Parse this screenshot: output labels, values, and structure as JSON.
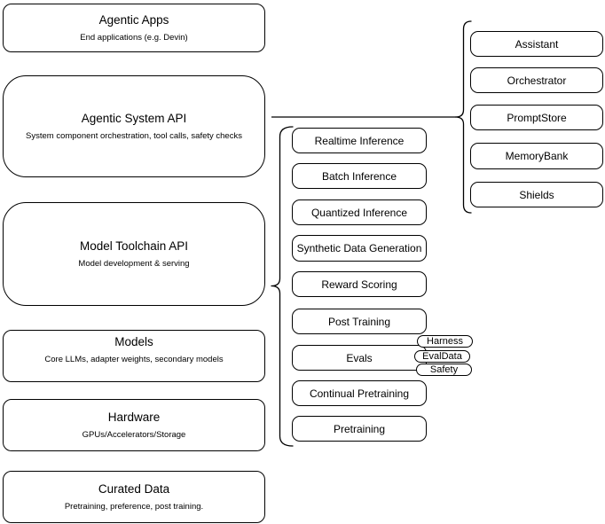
{
  "colors": {
    "stroke": "#000000",
    "fill": "#ffffff"
  },
  "left_stack": [
    {
      "title": "Agentic Apps",
      "subtitle": "End applications (e.g. Devin)"
    },
    {
      "title": "Agentic System API",
      "subtitle": "System component orchestration, tool calls, safety checks"
    },
    {
      "title": "Model Toolchain API",
      "subtitle": "Model development & serving"
    },
    {
      "title": "Models",
      "subtitle": "Core LLMs, adapter weights, secondary models"
    },
    {
      "title": "Hardware",
      "subtitle": "GPUs/Accelerators/Storage"
    },
    {
      "title": "Curated Data",
      "subtitle": "Pretraining, preference, post training."
    }
  ],
  "system_group": {
    "items": [
      "Assistant",
      "Orchestrator",
      "PromptStore",
      "MemoryBank",
      "Shields"
    ]
  },
  "toolchain_group": {
    "items": [
      "Realtime Inference",
      "Batch Inference",
      "Quantized Inference",
      "Synthetic Data Generation",
      "Reward Scoring",
      "Post Training",
      "Evals",
      "Continual Pretraining",
      "Pretraining"
    ]
  },
  "evals_tags": [
    "Harness",
    "EvalData",
    "Safety"
  ]
}
